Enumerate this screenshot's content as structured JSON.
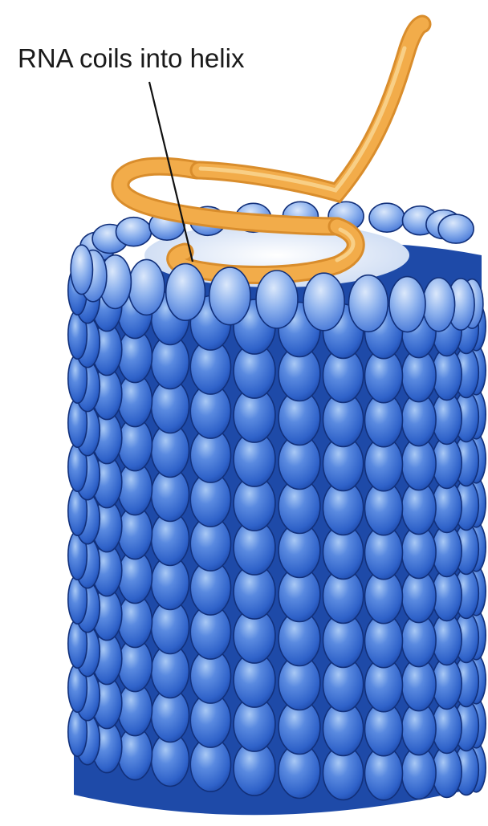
{
  "diagram": {
    "annotations": [
      {
        "text": "RNA coils into helix",
        "target": "rna-helix-coil"
      }
    ],
    "colors": {
      "capsomere_fill": "#3f74d6",
      "capsomere_highlight": "#a9c9f5",
      "capsomere_shadow": "#173a97",
      "capsomere_outline": "#12307a",
      "rna_strand": "#f2ac4a",
      "rna_strand_highlight": "#f8cf86",
      "leader_line": "#111111",
      "lumen": "#eef3fb"
    },
    "structure": {
      "rna": "rna-strand",
      "protein_coat": "capsomere-stack"
    }
  }
}
